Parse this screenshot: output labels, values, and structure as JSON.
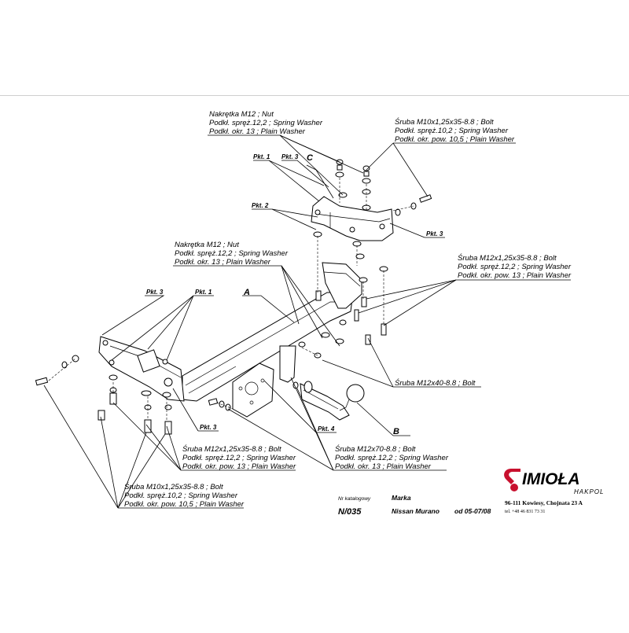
{
  "labels": {
    "nut_top": [
      "Nakrętka  M12 ; Nut",
      "Podkł. spręż.12,2 ; Spring Washer",
      "Podkł. okr. 13 ; Plain Washer"
    ],
    "bolt_top_right": [
      "Śruba M10x1,25x35-8.8 ;  Bolt",
      "Podkł. spręż.10,2 ; Spring Washer",
      "Podkł. okr. pow. 10,5 ; Plain Washer"
    ],
    "nut_mid": [
      "Nakrętka  M12 ; Nut",
      "Podkł. spręż.12,2 ; Spring Washer",
      "Podkł. okr. 13 ; Plain Washer"
    ],
    "bolt_mid_right": [
      "Śruba M12x1,25x35-8.8 ;  Bolt",
      "Podkł. spręż.12,2 ; Spring Washer",
      "Podkł. okr. pow. 13 ; Plain Washer"
    ],
    "bolt_40": "Śruba M12x40-8.8 ;  Bolt",
    "bolt_left_mid": [
      "Śruba M12x1,25x35-8.8 ;  Bolt",
      "Podkł. spręż.12,2 ; Spring Washer",
      "Podkł. okr. pow. 13 ; Plain Washer"
    ],
    "bolt_70": [
      "Śruba M12x70-8.8 ;  Bolt",
      "Podkł. spręż.12,2 ; Spring Washer",
      "Podkł. okr. 13 ; Plain Washer"
    ],
    "bolt_left_bottom": [
      "Śruba M10x1,25x35-8.8 ;  Bolt",
      "Podkł. spręż.10,2 ; Spring Washer",
      "Podkł. okr. pow. 10,5 ; Plain Washer"
    ]
  },
  "points": {
    "pkt1_top": "Pkt. 1",
    "pkt3_top": "Pkt. 3",
    "pkt_c": "C",
    "pkt2": "Pkt. 2",
    "pkt3_right": "Pkt. 3",
    "pkt3_left": "Pkt. 3",
    "pkt1_left": "Pkt. 1",
    "pkt_a": "A",
    "pkt3_bottom": "Pkt. 3",
    "pkt4": "Pkt. 4",
    "pkt_b": "B"
  },
  "catalog": {
    "nr_label": "Nr katalogowy",
    "marka_label": "Marka",
    "number": "N/035",
    "model": "Nissan Murano",
    "years": "od 05-07/08"
  },
  "brand": {
    "name": "IMIOŁA",
    "sub": "HAKPOL",
    "address": "96-111 Kowiesy, Chojnata 23 A",
    "phone": "tel. +48 46 831 73 31",
    "accent_color": "#c8102e"
  }
}
